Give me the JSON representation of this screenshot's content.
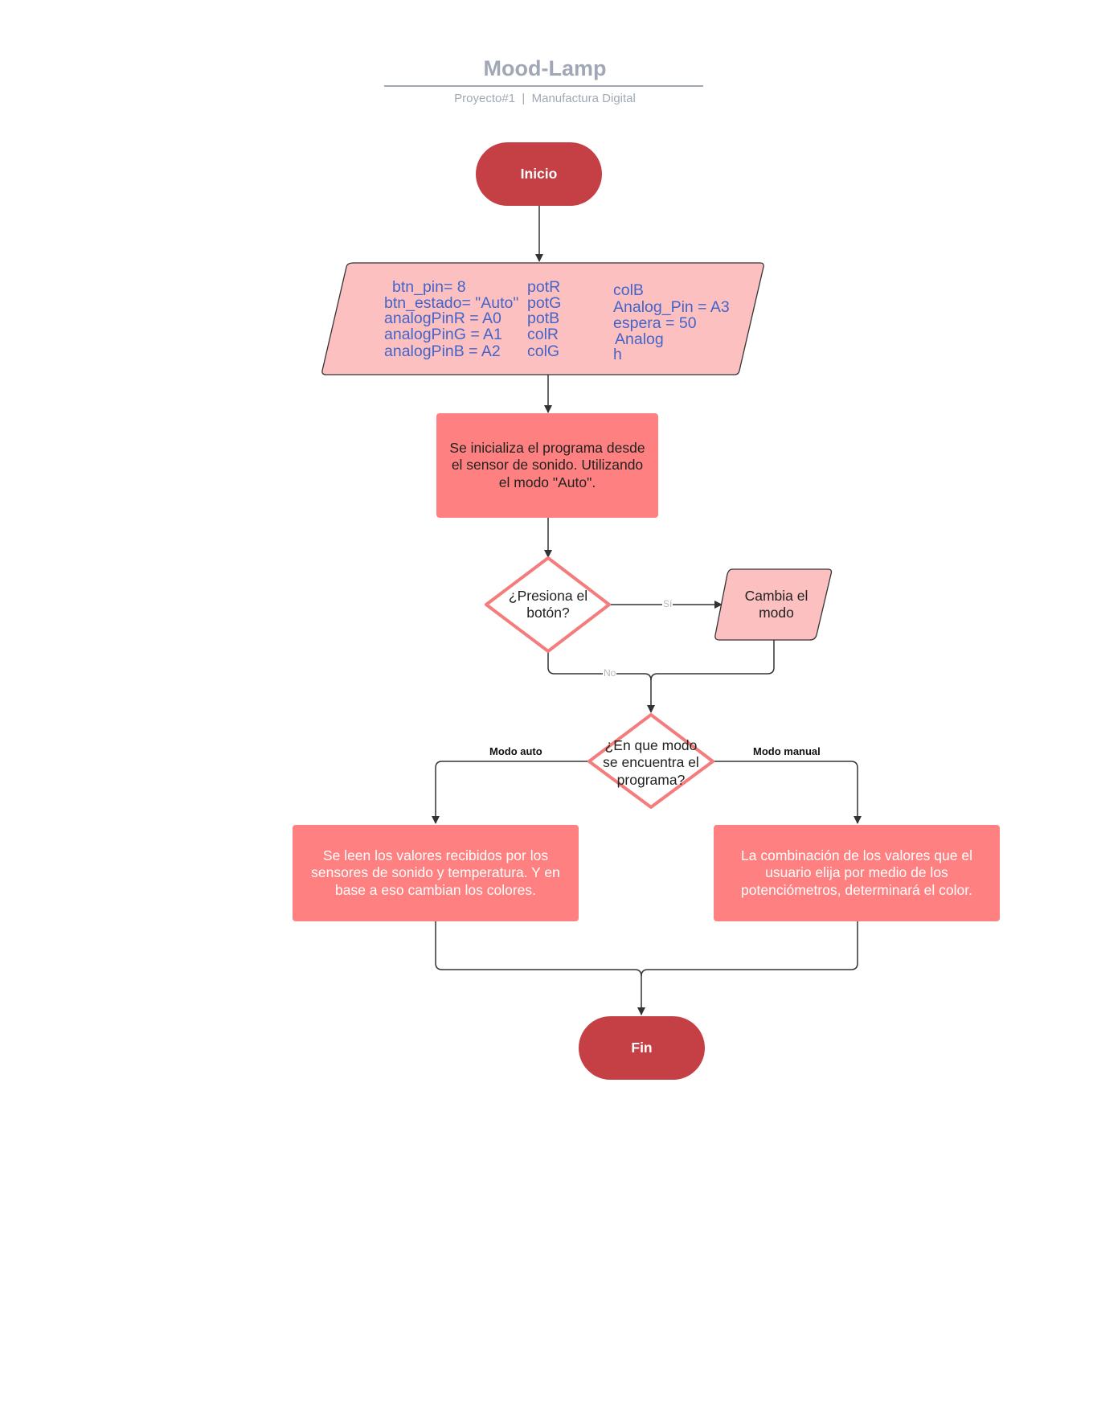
{
  "header": {
    "title": "Mood-Lamp",
    "subtitle": "Proyecto#1  |  Manufactura Digital"
  },
  "nodes": {
    "start": "Inicio",
    "vars": {
      "col1": [
        "btn_pin= 8",
        "btn_estado= \"Auto\"",
        "analogPinR = A0",
        "analogPinG = A1",
        "analogPinB = A2"
      ],
      "col2": [
        "potR",
        "potG",
        "potB",
        "colR",
        "colG"
      ],
      "col3": [
        "colB",
        "Analog_Pin = A3",
        "espera = 50",
        "Analog",
        "h"
      ]
    },
    "init": "Se inicializa el programa desde el sensor de sonido. Utilizando el modo \"Auto\".",
    "decision1": "¿Presiona el botón?",
    "change_mode": "Cambia el modo",
    "decision2": "¿En que modo se encuentra el programa?",
    "auto_process": "Se leen los valores recibidos por los sensores de sonido y temperatura. Y en base a eso cambian los colores.",
    "manual_process": "La combinación de los valores que el usuario elija por medio de los potenciómetros, determinará el color.",
    "end": "Fin"
  },
  "edges": {
    "yes": "Sí",
    "no": "No",
    "mode_auto": "Modo auto",
    "mode_manual": "Modo manual"
  },
  "colors": {
    "terminal": "#c44045",
    "data": "#fdc0c0",
    "process": "#ff8080",
    "decision_border": "#f47c7c",
    "variables_text": "#4364c8",
    "title": "#a0a8b6"
  }
}
